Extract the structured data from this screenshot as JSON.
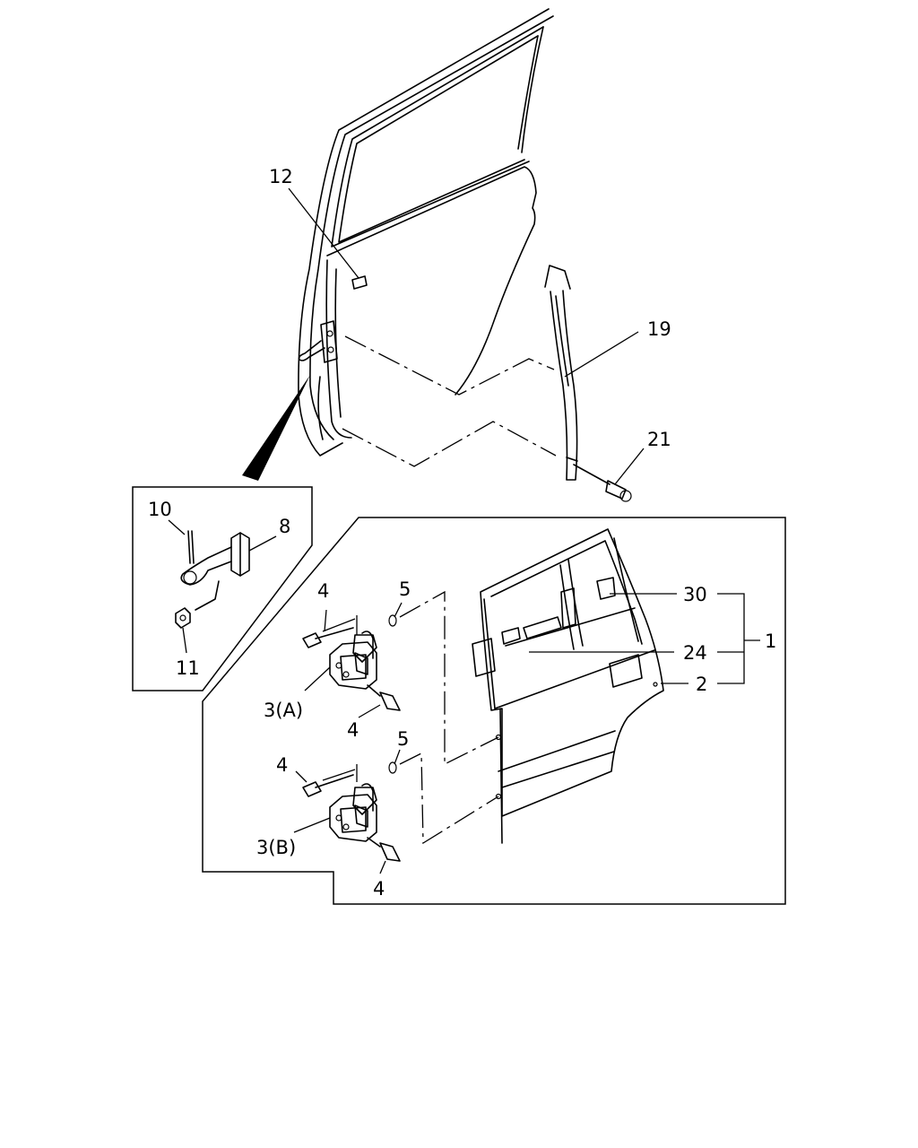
{
  "labels": {
    "p12": "12",
    "p19": "19",
    "p21": "21",
    "p10": "10",
    "p8": "8",
    "p11": "11",
    "p4_a_top": "4",
    "p5_a": "5",
    "p3a": "3(A)",
    "p4_a_bottom": "4",
    "p4_b_top": "4",
    "p5_b": "5",
    "p3b": "3(B)",
    "p4_b_bottom": "4",
    "p30": "30",
    "p24": "24",
    "p2": "2",
    "p1": "1"
  }
}
